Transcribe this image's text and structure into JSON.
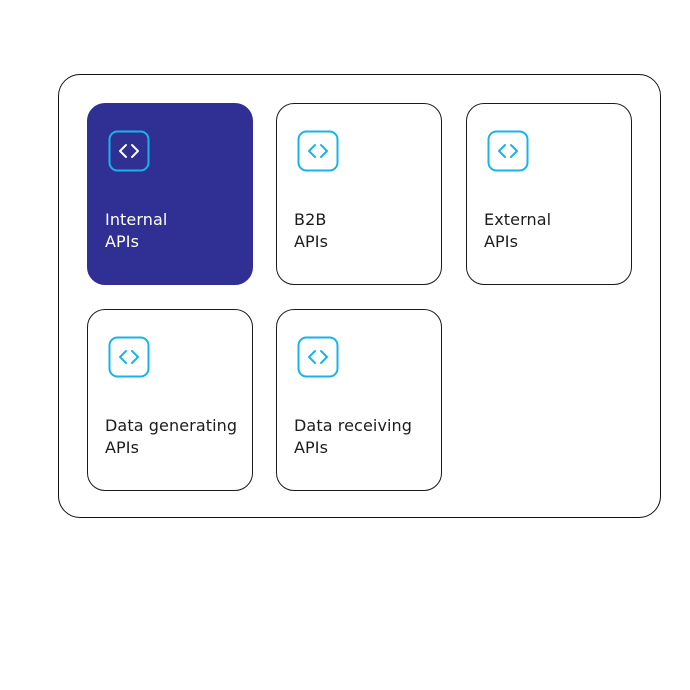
{
  "accent_color": "#2f2f94",
  "icon_color": "#19b3ec",
  "cards": [
    {
      "line1": "Internal",
      "line2": "APIs",
      "selected": true,
      "icon": "code-brackets-icon"
    },
    {
      "line1": "B2B",
      "line2": "APIs",
      "selected": false,
      "icon": "code-brackets-icon"
    },
    {
      "line1": "External",
      "line2": "APIs",
      "selected": false,
      "icon": "code-brackets-icon"
    },
    {
      "line1": "Data generating",
      "line2": "APIs",
      "selected": false,
      "icon": "code-brackets-icon"
    },
    {
      "line1": "Data receiving",
      "line2": "APIs",
      "selected": false,
      "icon": "code-brackets-icon"
    }
  ]
}
